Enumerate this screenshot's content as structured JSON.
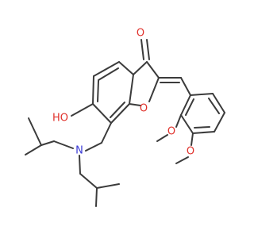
{
  "molecule": {
    "atoms": {
      "carbonyl_oxygen": "O",
      "hydroxyl_label": "HO",
      "ring_oxygen": "O",
      "amine_nitrogen": "N",
      "methoxy_oxygen_upper": "O",
      "methoxy_oxygen_lower": "O"
    },
    "colors": {
      "bond": "#3b3b3b",
      "oxygen": "#e0302a",
      "nitrogen": "#3a3ad6"
    }
  }
}
